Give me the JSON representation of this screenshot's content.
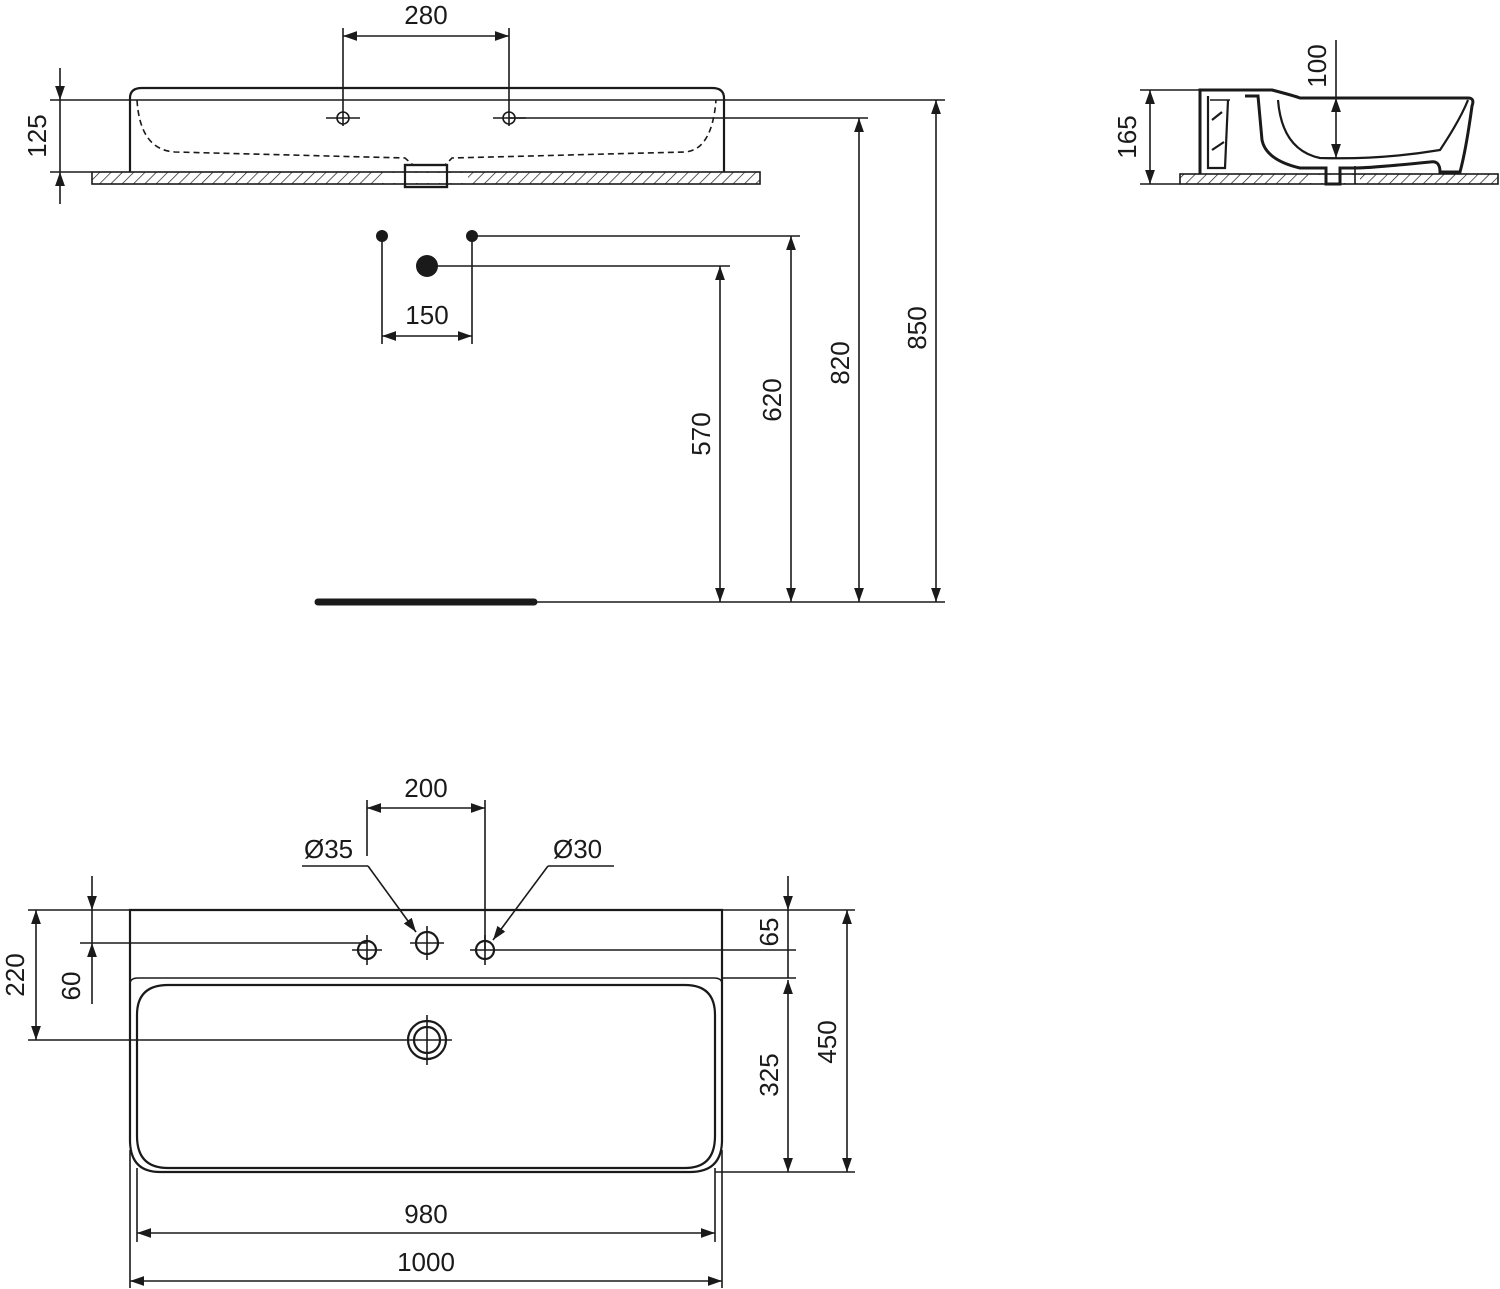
{
  "drawing": {
    "front_elevation": {
      "tap_hole_spacing": "280",
      "basin_height": "125",
      "supply_spacing": "150",
      "waste_height": "570",
      "supply_height": "620",
      "basin_top_height_inner": "820",
      "basin_top_height": "850"
    },
    "side_section": {
      "overall_height": "165",
      "bowl_depth": "100"
    },
    "plan_view": {
      "tap_hole_spacing": "200",
      "tap_hole_diameter": "Ø35",
      "overflow_hole_diameter": "Ø30",
      "waste_offset": "220",
      "tap_hole_offset": "60",
      "deck_depth": "65",
      "bowl_depth": "325",
      "overall_depth": "450",
      "bowl_width": "980",
      "overall_width": "1000"
    }
  }
}
